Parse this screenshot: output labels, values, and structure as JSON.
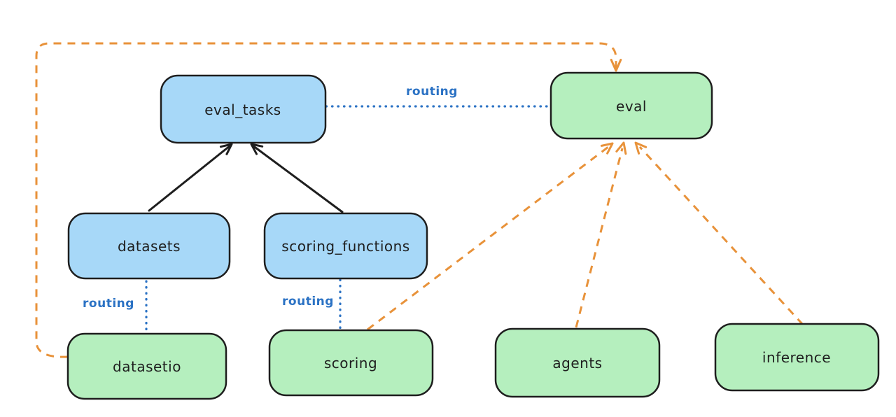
{
  "colors": {
    "background": "#ffffff",
    "node_border": "#1e1e1e",
    "blue_node_fill": "#a7d8f8",
    "green_node_fill": "#b5efbe",
    "black_arrow": "#1e1e1e",
    "orange_arrow": "#e8923a",
    "routing_blue": "#2b72c4"
  },
  "nodes": [
    {
      "id": "eval_tasks",
      "label": "eval_tasks",
      "color": "blue"
    },
    {
      "id": "eval",
      "label": "eval",
      "color": "green"
    },
    {
      "id": "datasets",
      "label": "datasets",
      "color": "blue"
    },
    {
      "id": "scoring_functions",
      "label": "scoring_functions",
      "color": "blue"
    },
    {
      "id": "datasetio",
      "label": "datasetio",
      "color": "green"
    },
    {
      "id": "scoring",
      "label": "scoring",
      "color": "green"
    },
    {
      "id": "agents",
      "label": "agents",
      "color": "green"
    },
    {
      "id": "inference",
      "label": "inference",
      "color": "green"
    }
  ],
  "edges": [
    {
      "from": "datasets",
      "to": "eval_tasks",
      "style": "solid-black-arrow",
      "label": ""
    },
    {
      "from": "scoring_functions",
      "to": "eval_tasks",
      "style": "solid-black-arrow",
      "label": ""
    },
    {
      "from": "eval_tasks",
      "to": "eval",
      "style": "dotted-blue",
      "label": "routing"
    },
    {
      "from": "datasets",
      "to": "datasetio",
      "style": "dotted-blue",
      "label": "routing"
    },
    {
      "from": "scoring_functions",
      "to": "scoring",
      "style": "dotted-blue",
      "label": "routing"
    },
    {
      "from": "datasetio",
      "to": "eval",
      "style": "dashed-orange-arrow",
      "label": ""
    },
    {
      "from": "scoring",
      "to": "eval",
      "style": "dashed-orange-arrow",
      "label": ""
    },
    {
      "from": "agents",
      "to": "eval",
      "style": "dashed-orange-arrow",
      "label": ""
    },
    {
      "from": "inference",
      "to": "eval",
      "style": "dashed-orange-arrow",
      "label": ""
    }
  ]
}
